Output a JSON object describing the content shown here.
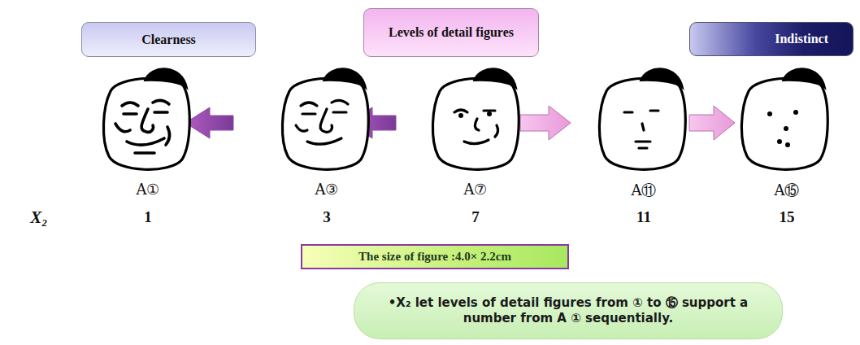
{
  "diagram": {
    "nodes": [
      {
        "text": [
          "Clearness"
        ]
      },
      {
        "text": [
          "Levels of detail figures"
        ]
      },
      {
        "text": [
          "Indistinct"
        ]
      },
      {
        "text": [
          "The size of figure :4.0× 2.2cm"
        ]
      },
      {
        "text": [
          "•X₂ let levels of detail figures from ① to ⑮ support a number from A ① sequentially."
        ]
      }
    ],
    "labels": [
      "A①",
      "A③",
      "A⑦",
      "A⑪",
      "A⑮",
      "X₂",
      "1",
      "3",
      "7",
      "11",
      "15"
    ]
  }
}
